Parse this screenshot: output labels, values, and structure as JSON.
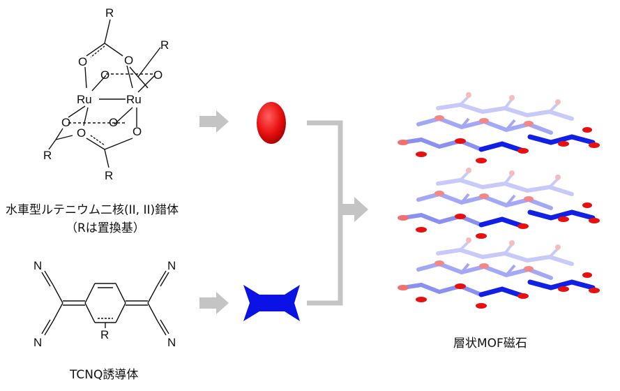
{
  "ru_complex": {
    "label": "水車型ルテニウム二核(II, II)錯体",
    "sublabel": "（Rは置換基）",
    "atoms": {
      "metal": "Ru",
      "oxygen": "O",
      "substituent": "R"
    }
  },
  "tcnq": {
    "label": "TCNQ誘導体",
    "atoms": {
      "nitrogen": "N",
      "substituent": "R"
    }
  },
  "product": {
    "label": "層状MOF磁石"
  },
  "colors": {
    "arrow": "#c4c4c4",
    "red_node": "#e8100f",
    "blue_linker": "#0a12e6",
    "bond": "#111111"
  },
  "icons": [
    "red-ellipse-icon",
    "blue-linker-icon",
    "arrow-right-icon",
    "merge-arrow-icon"
  ]
}
